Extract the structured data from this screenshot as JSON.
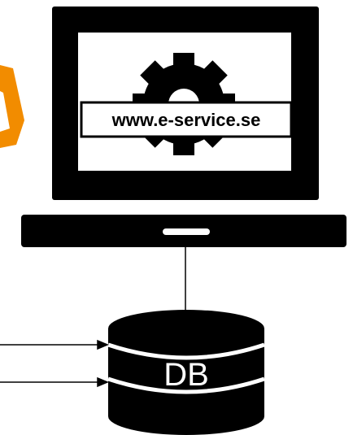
{
  "monitor": {
    "url_label": "www.e-service.se",
    "icon": "gear-icon"
  },
  "database": {
    "label": "DB"
  },
  "decorations": {
    "left_edge_shape": "orange-chevron-partial"
  },
  "colors": {
    "stroke": "#000000",
    "fill_dark": "#000000",
    "fill_light": "#ffffff",
    "accent_orange": "#f28c00"
  }
}
